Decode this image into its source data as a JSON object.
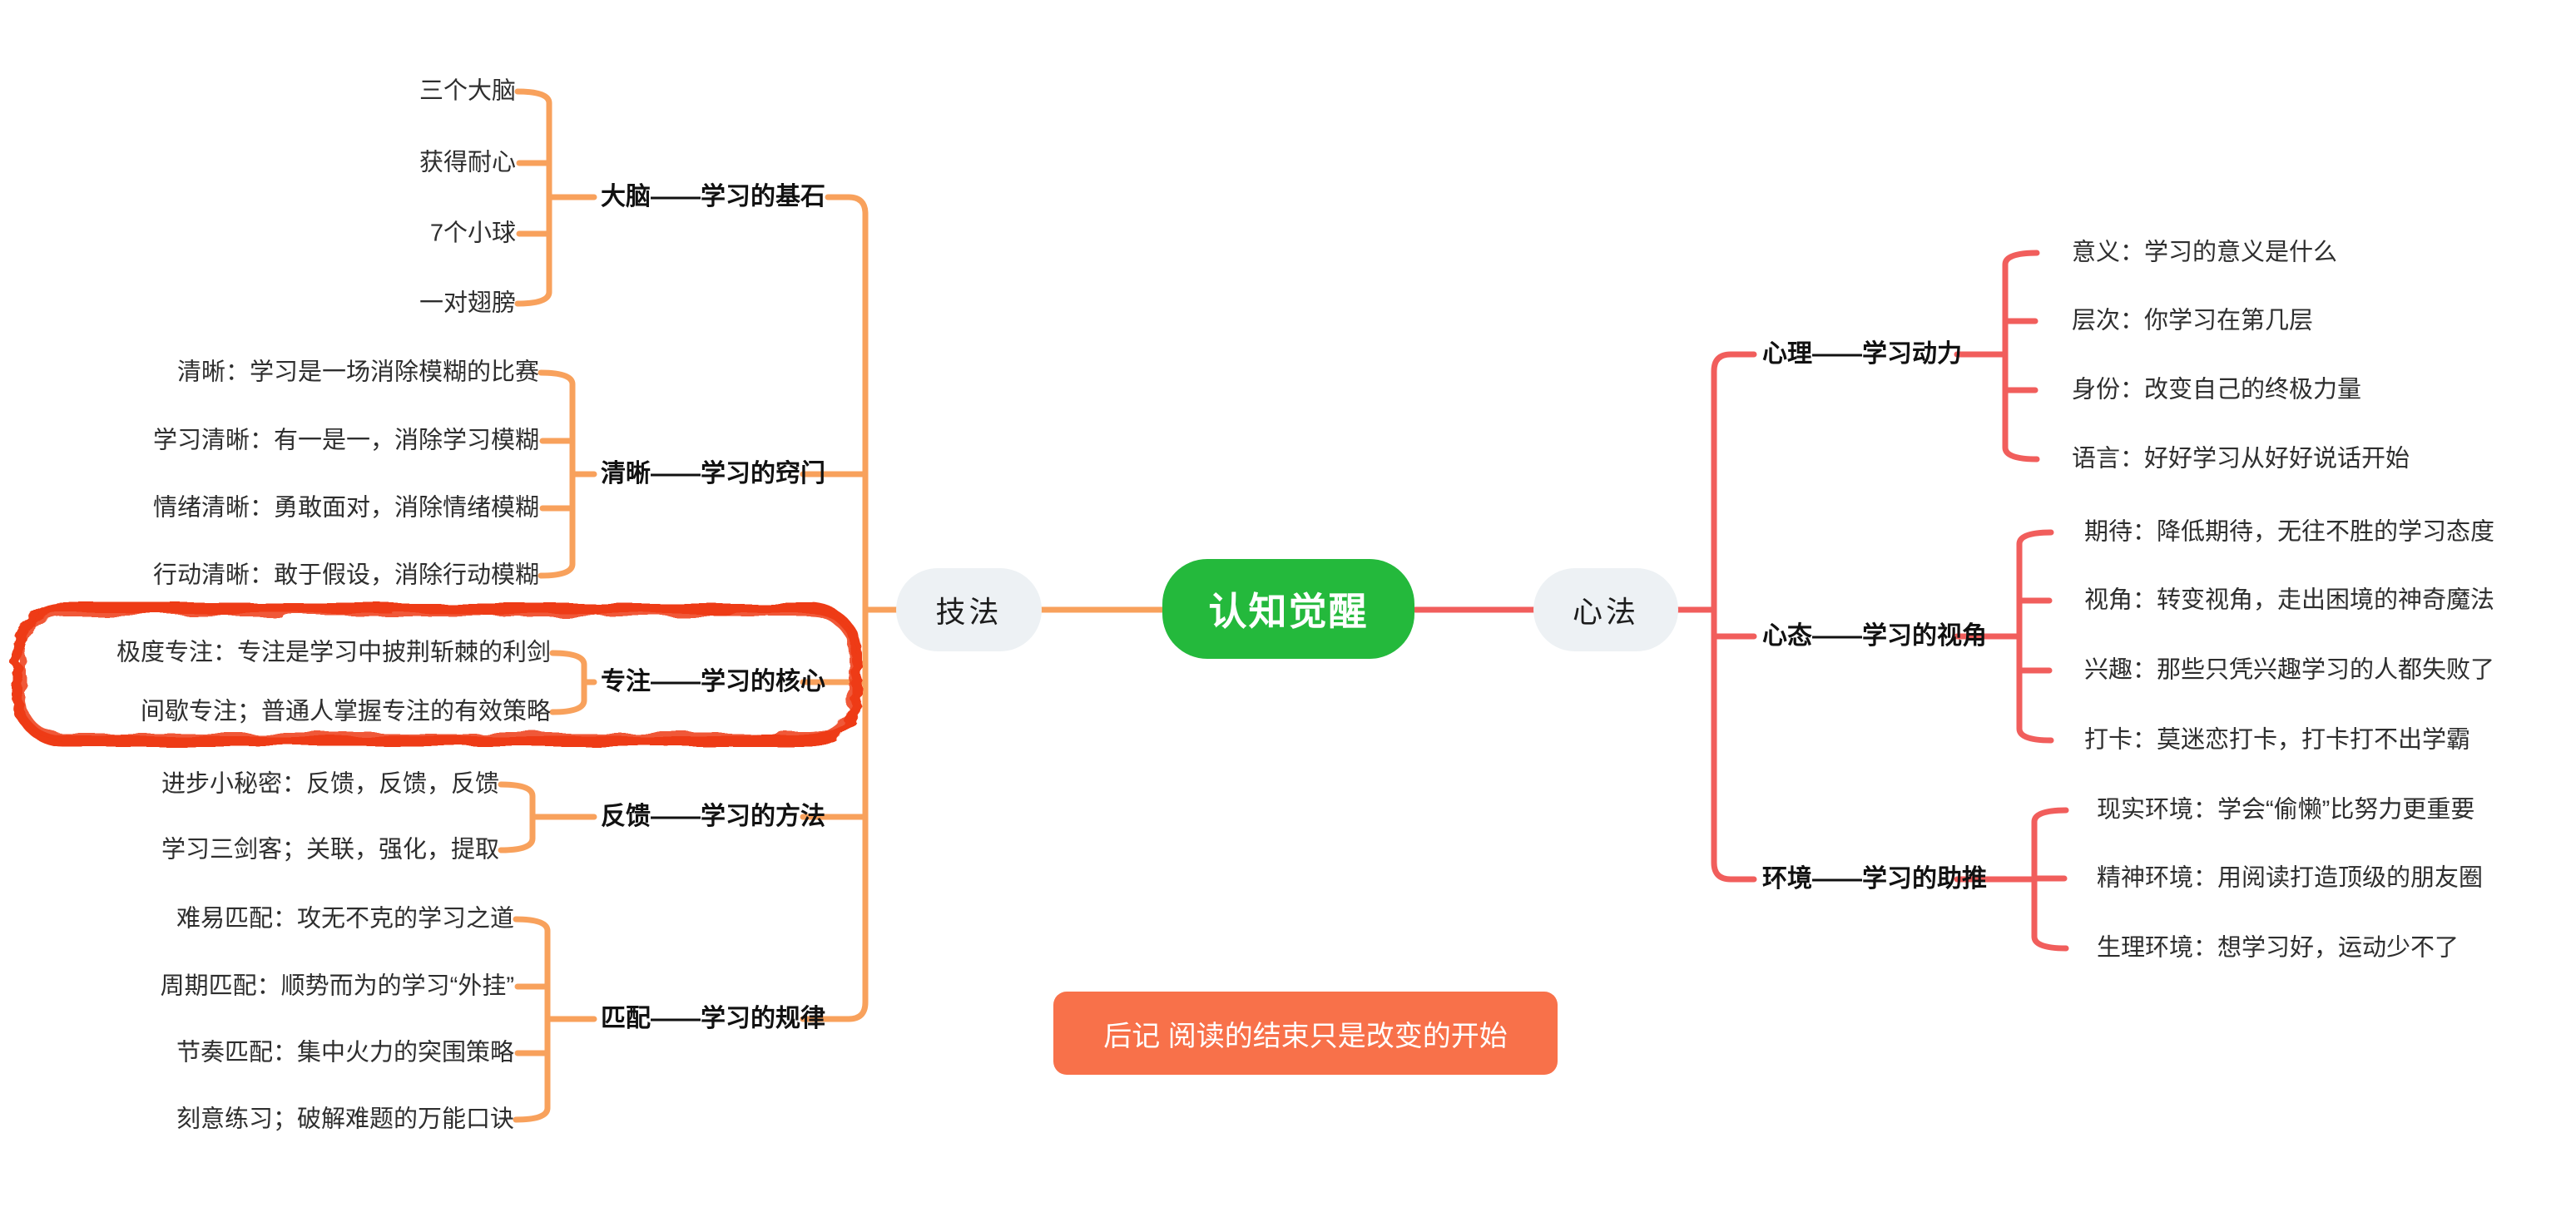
{
  "center": {
    "label": "认知觉醒"
  },
  "colors": {
    "center_bg": "#24B93C",
    "left_branch_line": "#F8A15C",
    "right_branch_line": "#F15E5C",
    "hub_bg": "#EDF1F4",
    "marker_red": "#EE3A12",
    "footnote_bg": "#F8714A"
  },
  "left": {
    "hub": "技法",
    "branches": [
      {
        "label": "大脑——学习的基石",
        "children": [
          "三个大脑",
          "获得耐心",
          "7个小球",
          "一对翅膀"
        ]
      },
      {
        "label": "清晰——学习的窍门",
        "children": [
          "清晰：学习是一场消除模糊的比赛",
          "学习清晰：有一是一，消除学习模糊",
          "情绪清晰：勇敢面对，消除情绪模糊",
          "行动清晰：敢于假设，消除行动模糊"
        ]
      },
      {
        "label": "专注——学习的核心",
        "highlighted": true,
        "children": [
          "极度专注：专注是学习中披荆斩棘的利剑",
          "间歇专注；普通人掌握专注的有效策略"
        ]
      },
      {
        "label": "反馈——学习的方法",
        "children": [
          "进步小秘密：反馈，反馈，反馈",
          "学习三剑客；关联，强化，提取"
        ]
      },
      {
        "label": "匹配——学习的规律",
        "children": [
          "难易匹配：攻无不克的学习之道",
          "周期匹配：顺势而为的学习“外挂”",
          "节奏匹配：集中火力的突围策略",
          "刻意练习；破解难题的万能口诀"
        ]
      }
    ]
  },
  "right": {
    "hub": "心法",
    "branches": [
      {
        "label": "心理——学习动力",
        "children": [
          "意义：学习的意义是什么",
          "层次：你学习在第几层",
          "身份：改变自己的终极力量",
          "语言：好好学习从好好说话开始"
        ]
      },
      {
        "label": "心态——学习的视角",
        "children": [
          "期待：降低期待，无往不胜的学习态度",
          "视角：转变视角，走出困境的神奇魔法",
          "兴趣：那些只凭兴趣学习的人都失败了",
          "打卡：莫迷恋打卡，打卡打不出学霸"
        ]
      },
      {
        "label": "环境——学习的助推",
        "children": [
          "现实环境：学会“偷懒”比努力更重要",
          "精神环境：用阅读打造顶级的朋友圈",
          "生理环境：想学习好，运动少不了"
        ]
      }
    ]
  },
  "footnote": "后记 阅读的结束只是改变的开始"
}
